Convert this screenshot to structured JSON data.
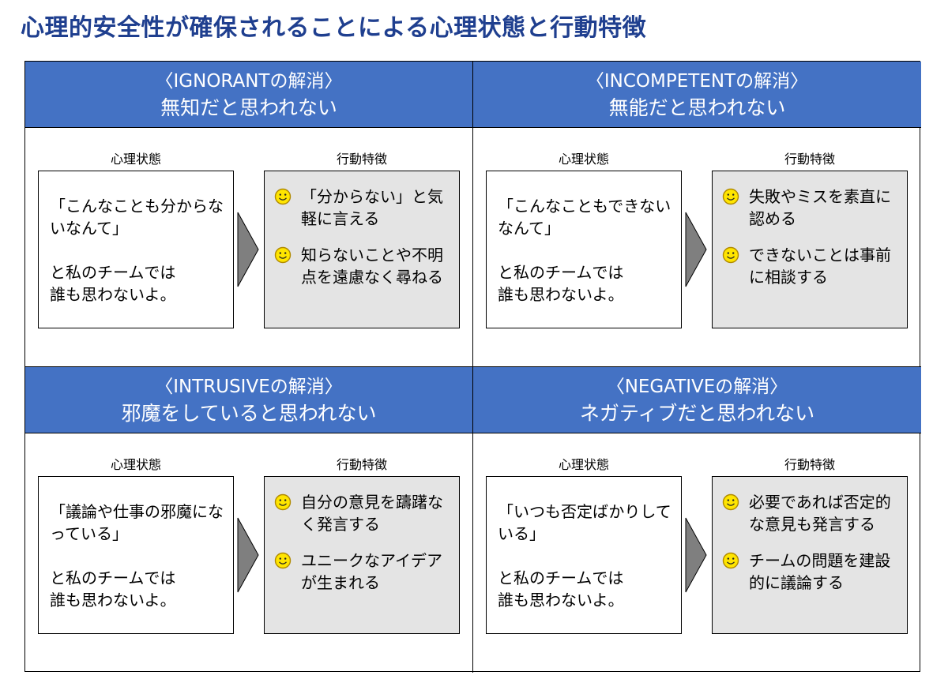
{
  "title": "心理的安全性が確保されることによる心理状態と行動特徴",
  "labels": {
    "state": "心理状態",
    "behavior": "行動特徴"
  },
  "icons": {
    "item": "smiley-icon",
    "transition": "arrow-right-icon"
  },
  "colors": {
    "title": "#1f3f8f",
    "header_bg": "#4472c4",
    "behavior_bg": "#e4e4e4",
    "smiley_fill": "#ffe500"
  },
  "quadrants": [
    {
      "heading1": "〈IGNORANTの解消〉",
      "heading2": "無知だと思われない",
      "state_quote": "「こんなことも分からないなんて」",
      "state_tail1": "と私のチームでは",
      "state_tail2": "誰も思わないよ。",
      "behaviors": [
        "「分からない」と気軽に言える",
        "知らないことや不明点を遠慮なく尋ねる"
      ]
    },
    {
      "heading1": "〈INCOMPETENTの解消〉",
      "heading2": "無能だと思われない",
      "state_quote": "「こんなこともできないなんて」",
      "state_tail1": "と私のチームでは",
      "state_tail2": "誰も思わないよ。",
      "behaviors": [
        "失敗やミスを素直に認める",
        "できないことは事前に相談する"
      ]
    },
    {
      "heading1": "〈INTRUSIVEの解消〉",
      "heading2": "邪魔をしていると思われない",
      "state_quote": "「議論や仕事の邪魔になっている」",
      "state_tail1": "と私のチームでは",
      "state_tail2": "誰も思わないよ。",
      "behaviors": [
        "自分の意見を躊躇なく発言する",
        "ユニークなアイデアが生まれる"
      ]
    },
    {
      "heading1": "〈NEGATIVEの解消〉",
      "heading2": "ネガティブだと思われない",
      "state_quote": "「いつも否定ばかりしている」",
      "state_tail1": "と私のチームでは",
      "state_tail2": "誰も思わないよ。",
      "behaviors": [
        "必要であれば否定的な意見も発言する",
        "チームの問題を建設的に議論する"
      ]
    }
  ]
}
